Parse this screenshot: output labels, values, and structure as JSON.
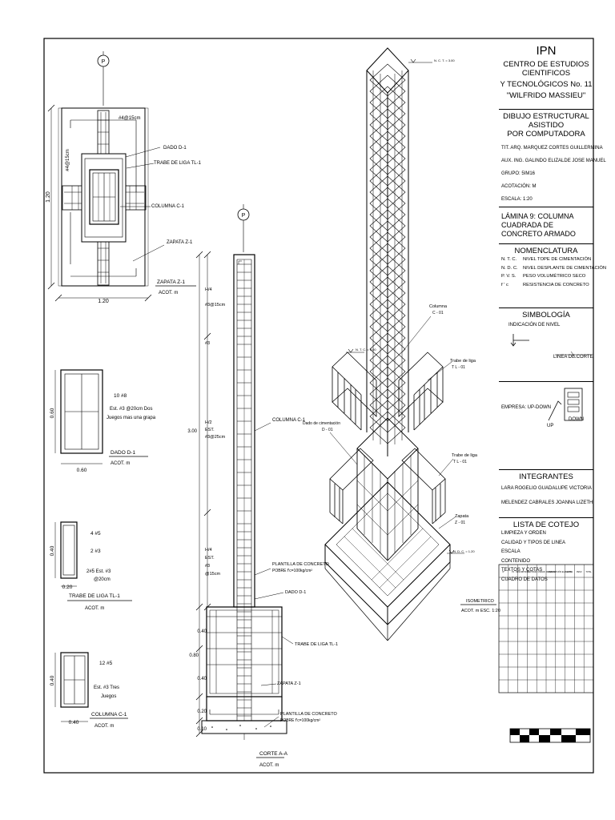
{
  "title_block": {
    "ipn": "IPN",
    "institution": [
      "CENTRO DE ESTUDIOS CIENTIFICOS",
      "Y TECNOLÓGICOS No. 11",
      "\"WILFRIDO MASSIEU\""
    ],
    "subject": [
      "DIBUJO ESTRUCTURAL ASISTIDO",
      "POR COMPUTADORA"
    ],
    "tit": "TIT. ARQ. MARQUEZ CORTES GUILLERMINA",
    "aux": "AUX. ING. GALINDO ELIZALDE JOSE MANUEL",
    "grupo": "GRUPO: 5IM16",
    "acotacion": "ACOTACIÓN: M",
    "escala": "ESCALA: 1:20",
    "lamina": "LÁMINA 9: COLUMNA CUADRADA DE CONCRETO ARMADO",
    "nomenclatura_title": "NOMENCLATURA",
    "nomenclatura": [
      {
        "abbr": "N. T. C.",
        "desc": "NIVEL TOPE DE CIMENTACIÓN"
      },
      {
        "abbr": "N. D. C.",
        "desc": "NIVEL DESPLANTE DE CIMENTACIÓN"
      },
      {
        "abbr": "P. V. S.",
        "desc": "PESO VOLUMÉTRICO SECO"
      },
      {
        "abbr": "f ' c",
        "desc": "RESISTENCIA DE CONCRETO"
      }
    ],
    "simbologia_title": "SIMBOLOGÍA",
    "simbologia_nivel": "INDICACIÓN DE NIVEL",
    "simbologia_corte": "LINEA DE CORTE",
    "empresa": "EMPRESA: UP-DOWN",
    "logo_up": "UP",
    "logo_down": "DOWN",
    "integrantes_title": "INTEGRANTES",
    "integrantes": [
      "LARA ROGELIO GUADALUPE VICTORIA",
      "MELENDEZ CABRALES JOANNA LIZETH"
    ],
    "cotejo_title": "LISTA DE COTEJO",
    "cotejo": [
      "LIMPIEZA Y ORDEN",
      "CALIDAD Y TIPOS DE LINEA",
      "ESCALA",
      "CONTENIDO",
      "TEXTOS Y COTAS",
      "CUADRO DE DATOS"
    ]
  },
  "plan": {
    "north": "P",
    "rebar_top": "#4@15cm",
    "rebar_side": "#4@15cm",
    "dado": "DADO D-1",
    "trabe": "TRABE DE LIGA TL-1",
    "columna": "COLUMNA C-1",
    "zapata": "ZAPATA Z-1",
    "dim_side": "1.20",
    "dim_bottom": "1.20",
    "title": "ZAPATA Z-1",
    "acot": "ACOT. m"
  },
  "dado_section": {
    "dim_side": "0.60",
    "dim_bottom": "0.60",
    "bars": "10 #8",
    "est1": "Est. #3 @20cm Dos",
    "est2": "Juegos mas una grapa",
    "title": "DADO D-1",
    "acot": "ACOT. m"
  },
  "trabe_section": {
    "dim_side": "0.40",
    "dim_bottom": "0.20",
    "bars_top": "4 #5",
    "bars_bot": "2 #3",
    "est1": "2#5  Est. #3",
    "est2": "@20cm",
    "title": "TRABE DE LIGA TL-1",
    "acot": "ACOT. m"
  },
  "columna_section": {
    "dim_side": "0.40",
    "dim_bottom": "0.40",
    "bars": "12 #5",
    "est1": "Est. #3 Tres",
    "est2": "Juegos",
    "title": "COLUMNA C-1",
    "acot": "ACOT. m"
  },
  "elevation": {
    "north": "P",
    "dims": [
      "3.00",
      "0.40",
      "0.80",
      "0.40",
      "0.20",
      "0.10"
    ],
    "spacing": [
      {
        "l1": "H/4",
        "l2": "#3@15cm"
      },
      {
        "l1": "H/2",
        "l2": "EST.",
        "l3": "#3@25cm"
      },
      {
        "l1": "H/4",
        "l2": "EST.",
        "l3": "#3",
        "l4": "@15cm"
      }
    ],
    "mid_label": "#3",
    "columna": "COLUMNA C-1",
    "plantilla_top1": "PLANTILLA DE CONCRETO",
    "plantilla_top2": "POBRE f'c=100kg/cm²",
    "dado": "DADO D-1",
    "trabe": "TRABE DE LIGA TL-1",
    "zapata": "ZAPATA Z-1",
    "plantilla_bot1": "PLANTILLA DE CONCRETO",
    "plantilla_bot2": "POBRE f'c=100kg/cm²",
    "title": "CORTE A-A",
    "acot": "ACOT. m"
  },
  "isometric": {
    "ntc_top": "N. C. T. = 3.00",
    "ntc_left": "N. T. C. = 0.00",
    "ndc_right": "N. D. C. = 1.20",
    "columna1": "Columna",
    "columna2": "C - 01",
    "trabe1_a": "Trabe de liga",
    "trabe1_b": "T L - 01",
    "dado1": "Dado de cimentación",
    "dado2": "D - 01",
    "trabe2_a": "Trabe de liga",
    "trabe2_b": "T L - 01",
    "zapata1": "Zapata",
    "zapata2": "Z - 01",
    "title": "ISOMETRICO",
    "acot": "ACOT. m  ESC. 1:20"
  },
  "table": {
    "headers": [
      "N°",
      "P1",
      "DESCRIPCIÓN",
      "CANTIDAD",
      "UNIDAD",
      "MATERIAL",
      "DESCRIPCIÓN ELEMENTO",
      "LONG.",
      "PESO",
      "TOTAL"
    ]
  }
}
